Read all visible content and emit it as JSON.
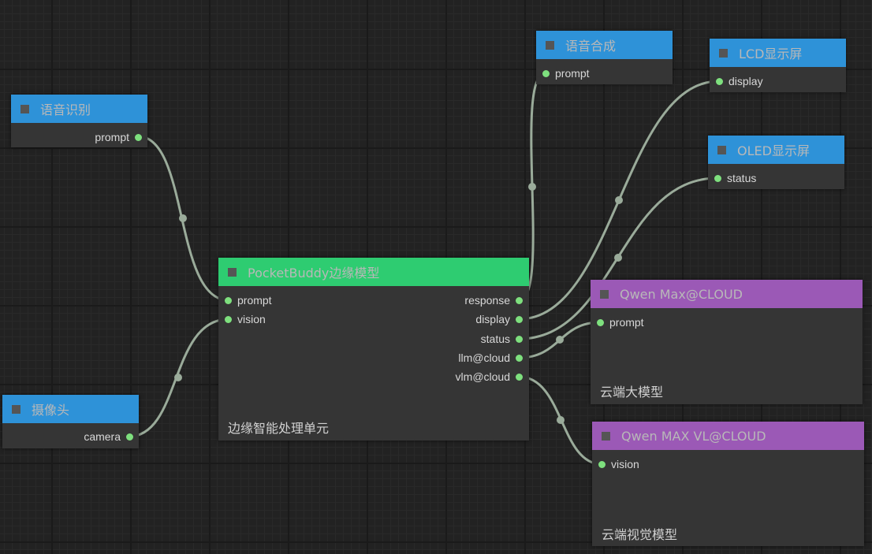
{
  "graph": {
    "nodes": {
      "asr": {
        "title": "语音识别",
        "outputs": [
          "prompt"
        ],
        "color": "#2e92d8"
      },
      "camera": {
        "title": "摄像头",
        "outputs": [
          "camera"
        ],
        "color": "#2e92d8"
      },
      "edge_model": {
        "title": "PocketBuddy边缘模型",
        "inputs": [
          "prompt",
          "vision"
        ],
        "outputs": [
          "response",
          "display",
          "status",
          "llm@cloud",
          "vlm@cloud"
        ],
        "description": "边缘智能处理单元",
        "color": "#2ecc71"
      },
      "tts": {
        "title": "语音合成",
        "inputs": [
          "prompt"
        ],
        "color": "#2e92d8"
      },
      "lcd": {
        "title": "LCD显示屏",
        "inputs": [
          "display"
        ],
        "color": "#2e92d8"
      },
      "oled": {
        "title": "OLED显示屏",
        "inputs": [
          "status"
        ],
        "color": "#2e92d8"
      },
      "qwen_max": {
        "title": "Qwen Max@CLOUD",
        "inputs": [
          "prompt"
        ],
        "description": "云端大模型",
        "color": "#9b59b6"
      },
      "qwen_vl": {
        "title": "Qwen MAX VL@CLOUD",
        "inputs": [
          "vision"
        ],
        "description": "云端视觉模型",
        "color": "#9b59b6"
      }
    }
  },
  "colors": {
    "canvas_bg": "#222222",
    "node_body": "#353535",
    "link": "#9aab9a",
    "port_dot": "#7ee07e"
  }
}
